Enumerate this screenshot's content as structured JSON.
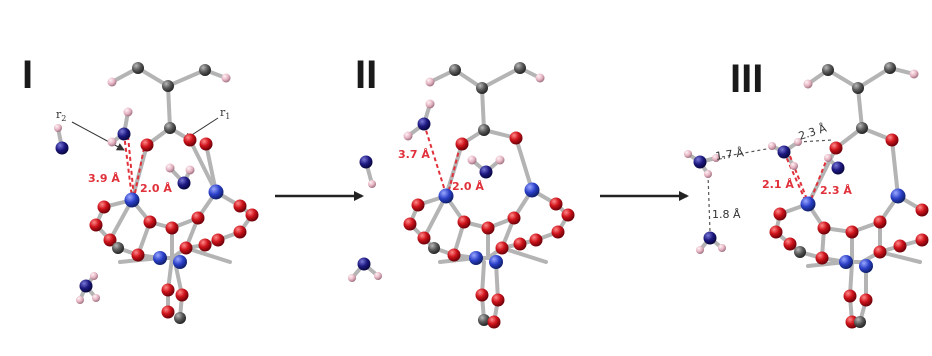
{
  "panels": [
    {
      "label": "I"
    },
    {
      "label": "II"
    },
    {
      "label": "III"
    }
  ],
  "annotations": {
    "p1_r2": "r",
    "p1_r2_sub": "2",
    "p1_r1": "r",
    "p1_r1_sub": "1",
    "p1_d1": "3.9 Å",
    "p1_d2": "2.0 Å",
    "p2_d1": "3.7 Å",
    "p2_d2": "2.0 Å",
    "p3_hb1": "1.7 Å",
    "p3_hb2": "2.3 Å",
    "p3_hb3": "1.8 Å",
    "p3_d1": "2.1 Å",
    "p3_d2": "2.3 Å"
  },
  "colors": {
    "oxygen": "#d0141c",
    "nitrogen_ammonia": "#1c1880",
    "metal": "#2a3fc8",
    "carbon": "#585858",
    "hydrogen": "#e4b2c0",
    "bond": "#b4b4b4",
    "highlight": "#e0303a"
  }
}
